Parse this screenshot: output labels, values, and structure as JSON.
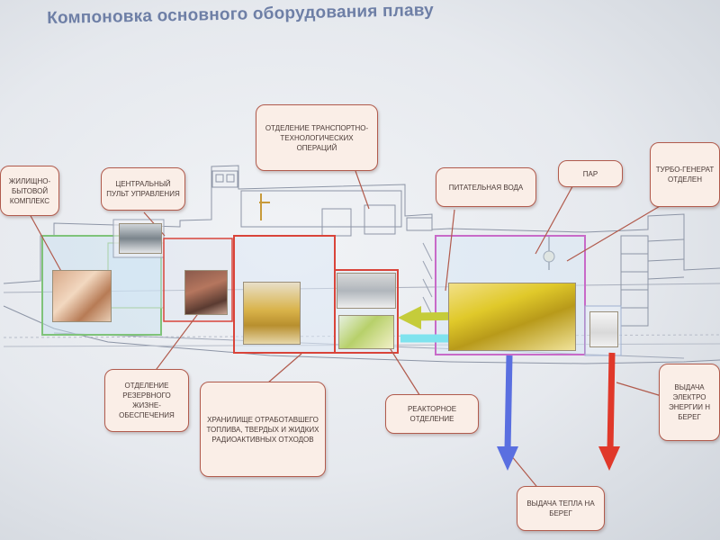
{
  "slide": {
    "title": "Компоновка основного оборудования плаву"
  },
  "callouts": {
    "zhilishchno": "Жилищно-бытовой комплекс",
    "central_pult": "Центральный пульт управления",
    "transport_otdel": "Отделение транспортно-технологических операций",
    "pitatelnaya": "Питательная вода",
    "par": "Пар",
    "turbo": "Турбо-генерат отделен",
    "rezerv": "Отделение резервного жизне-обеспечения",
    "khranilishche": "Хранилище отработавшего топлива, твердых и жидких радиоактивных отходов",
    "reaktor": "Реакторное отделение",
    "vydacha_tepla": "Выдача тепла на берег",
    "vydacha_elektro": "Выдача электро энергии н берег"
  },
  "colors": {
    "title": "#6e7fa6",
    "callout_border": "#b15b4d",
    "callout_fill": "#faeee7",
    "arrow_feedwater": "#c5cc3a",
    "arrow_steam": "#7fe3ee",
    "arrow_heat": "#5a6fe0",
    "arrow_power": "#e0382a",
    "zone_green": "#7fc37a",
    "zone_red": "#d9443a",
    "zone_magenta": "#c86ac8"
  }
}
